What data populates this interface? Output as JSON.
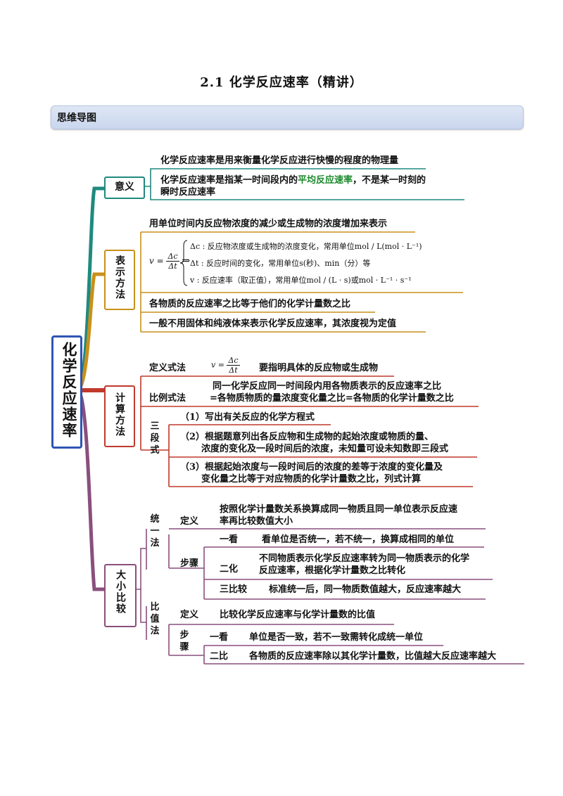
{
  "title": "2.1    化学反应速率（精讲）",
  "banner": "思维导图",
  "root": "化学反应速率",
  "b1": {
    "label": "意义",
    "l1": "化学反应速率是用来衡量化学反应进行快慢的程度的物理量",
    "l2a": "化学反应速率是指某一时间段内的",
    "l2g": "平均反应速率",
    "l2b": "，不是某一时刻的",
    "l2c": "瞬时反应速率"
  },
  "b2": {
    "label": "表示方法",
    "top": "用单位时间内反应物浓度的减少或生成物的浓度增加来表示",
    "f_v": "v =",
    "f_num": "Δc",
    "f_den": "Δt",
    "f_arrow": "⇒",
    "f1": "Δc : 反应物浓度或生成物的浓度变化，常用单位mol / L(mol · L⁻¹)",
    "f2": "Δt : 反应时间的变化，常用单位s(秒)、min（分）等",
    "f3": "v : 反应速率（取正值），常用单位mol / (L · s)或mol · L⁻¹ · s⁻¹",
    "r1": "各物质的反应速率之比等于他们的化学计量数之比",
    "r2": "一般不用固体和纯液体来表示化学反应速率，其浓度视为定值"
  },
  "b3": {
    "label": "计算方法",
    "def_label": "定义式法",
    "def_v": "v =",
    "def_num": "Δc",
    "def_den": "Δt",
    "def_note": "要指明具体的反应物或生成物",
    "ratio_label": "比例式法",
    "ratio1": "同一化学反应同一时间段内用各物质表示的反应速率之比",
    "ratio2": "=各物质物质的量浓度变化量之比=各物质的化学计量数之比",
    "three_label": "三段式",
    "s1": "（1）写出有关反应的化学方程式",
    "s2a": "（2）根据题意列出各反应物和生成物的起始浓度或物质的量、",
    "s2b": "浓度的变化及一段时间后的浓度，未知量可设未知数即三段式",
    "s3a": "（3）根据起始浓度与一段时间后的浓度的差等于浓度的变化量及",
    "s3b": "变化量之比等于对应物质的化学计量数之比，列式计算"
  },
  "b4": {
    "label": "大小比较",
    "m1_label": "统一法",
    "m1_def_label": "定义",
    "m1_def1": "按照化学计量数关系换算成同一物质且同一单位表示反应速",
    "m1_def2": "率再比较数值大小",
    "m1_steps_label": "步骤",
    "m1_s1_label": "一看",
    "m1_s1": "看单位是否统一，若不统一，换算成相同的单位",
    "m1_s2_label": "二化",
    "m1_s2a": "不同物质表示化学反应速率转为同一物质表示的化学",
    "m1_s2b": "反应速率，根据化学计量数之比转化",
    "m1_s3_label": "三比较",
    "m1_s3": "标准统一后，同一物质数值越大，反应速率越大",
    "m2_label": "比值法",
    "m2_def_label": "定义",
    "m2_def": "比较化学反应速率与化学计量数的比值",
    "m2_steps_label": "步骤",
    "m2_s1_label": "一看",
    "m2_s1": "单位是否一致，若不一致需转化成统一单位",
    "m2_s2_label": "二比",
    "m2_s2": "各物质的反应速率除以其化学计量数，比值越大反应速率越大"
  },
  "colors": {
    "teal": "#1f8a7e",
    "gold": "#c9901a",
    "red": "#c0392b",
    "purple": "#8a4f7d",
    "root_border": "#2f55b3"
  }
}
